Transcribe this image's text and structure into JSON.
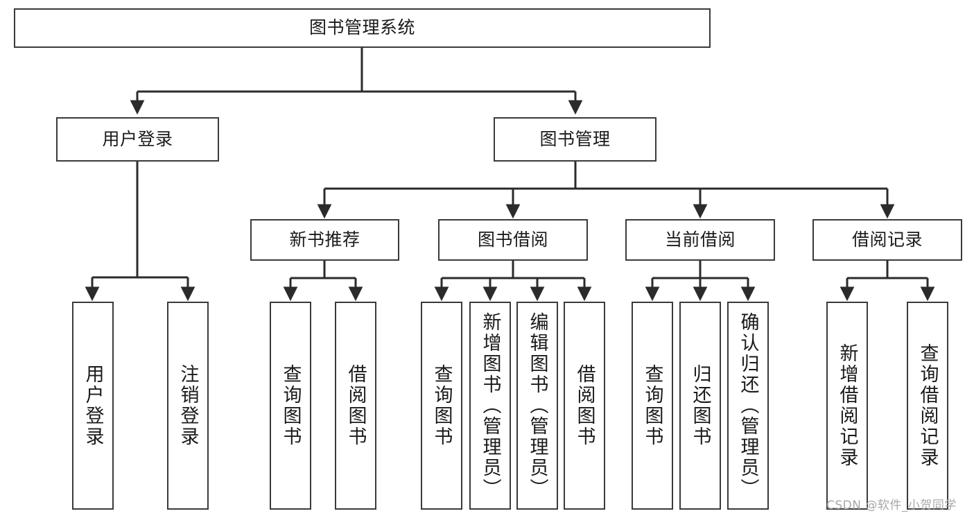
{
  "diagram": {
    "type": "tree",
    "title": "图书管理系统",
    "root": {
      "id": "root",
      "label": "图书管理系统"
    },
    "level2": [
      {
        "id": "user-login",
        "label": "用户登录"
      },
      {
        "id": "book-manage",
        "label": "图书管理"
      }
    ],
    "level3": [
      {
        "id": "new-book-recommend",
        "label": "新书推荐",
        "parent": "book-manage"
      },
      {
        "id": "book-borrow",
        "label": "图书借阅",
        "parent": "book-manage"
      },
      {
        "id": "current-borrow",
        "label": "当前借阅",
        "parent": "book-manage"
      },
      {
        "id": "borrow-record",
        "label": "借阅记录",
        "parent": "book-manage"
      }
    ],
    "leaves": [
      {
        "id": "leaf-user-login",
        "label": "用户登录",
        "parent": "user-login"
      },
      {
        "id": "leaf-logout-login",
        "label": "注销登录",
        "parent": "user-login"
      },
      {
        "id": "leaf-query-book-1",
        "label": "查询图书",
        "parent": "new-book-recommend"
      },
      {
        "id": "leaf-borrow-book-1",
        "label": "借阅图书",
        "parent": "new-book-recommend"
      },
      {
        "id": "leaf-query-book-2",
        "label": "查询图书",
        "parent": "book-borrow"
      },
      {
        "id": "leaf-add-book",
        "label": "新增图书（管理员）",
        "parent": "book-borrow"
      },
      {
        "id": "leaf-edit-book",
        "label": "编辑图书（管理员）",
        "parent": "book-borrow"
      },
      {
        "id": "leaf-borrow-book-2",
        "label": "借阅图书",
        "parent": "book-borrow"
      },
      {
        "id": "leaf-query-book-3",
        "label": "查询图书",
        "parent": "current-borrow"
      },
      {
        "id": "leaf-return-book",
        "label": "归还图书",
        "parent": "current-borrow"
      },
      {
        "id": "leaf-confirm-return",
        "label": "确认归还（管理员）",
        "parent": "current-borrow"
      },
      {
        "id": "leaf-add-record",
        "label": "新增借阅记录",
        "parent": "borrow-record"
      },
      {
        "id": "leaf-query-record",
        "label": "查询借阅记录",
        "parent": "borrow-record"
      }
    ],
    "colors": {
      "node_border": "#3a3a3a",
      "node_fill": "#ffffff",
      "edge": "#2b2b2b",
      "text": "#1a1a1a",
      "watermark": "#a8a8a8"
    }
  },
  "watermark": {
    "text": "CSDN @软件_小贺同学"
  }
}
